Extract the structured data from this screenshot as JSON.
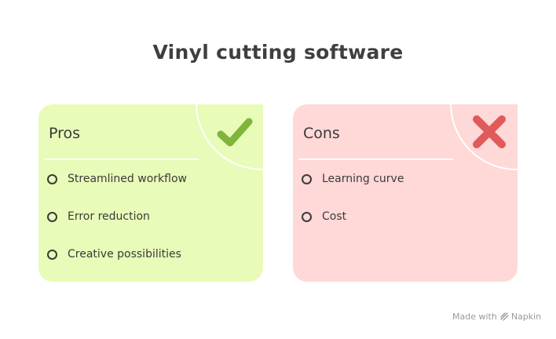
{
  "title": "Vinyl cutting software",
  "pros": {
    "title": "Pros",
    "icon": "checkmark-icon",
    "color": "#e8fbb8",
    "accent": "#7fb53a",
    "items": [
      "Streamlined workflow",
      "Error reduction",
      "Creative possibilities"
    ]
  },
  "cons": {
    "title": "Cons",
    "icon": "x-mark-icon",
    "color": "#ffd8d8",
    "accent": "#e05a5a",
    "items": [
      "Learning curve",
      "Cost"
    ]
  },
  "footer": {
    "made_with": "Made with",
    "brand": "Napkin",
    "icon": "napkin-logo-icon"
  }
}
